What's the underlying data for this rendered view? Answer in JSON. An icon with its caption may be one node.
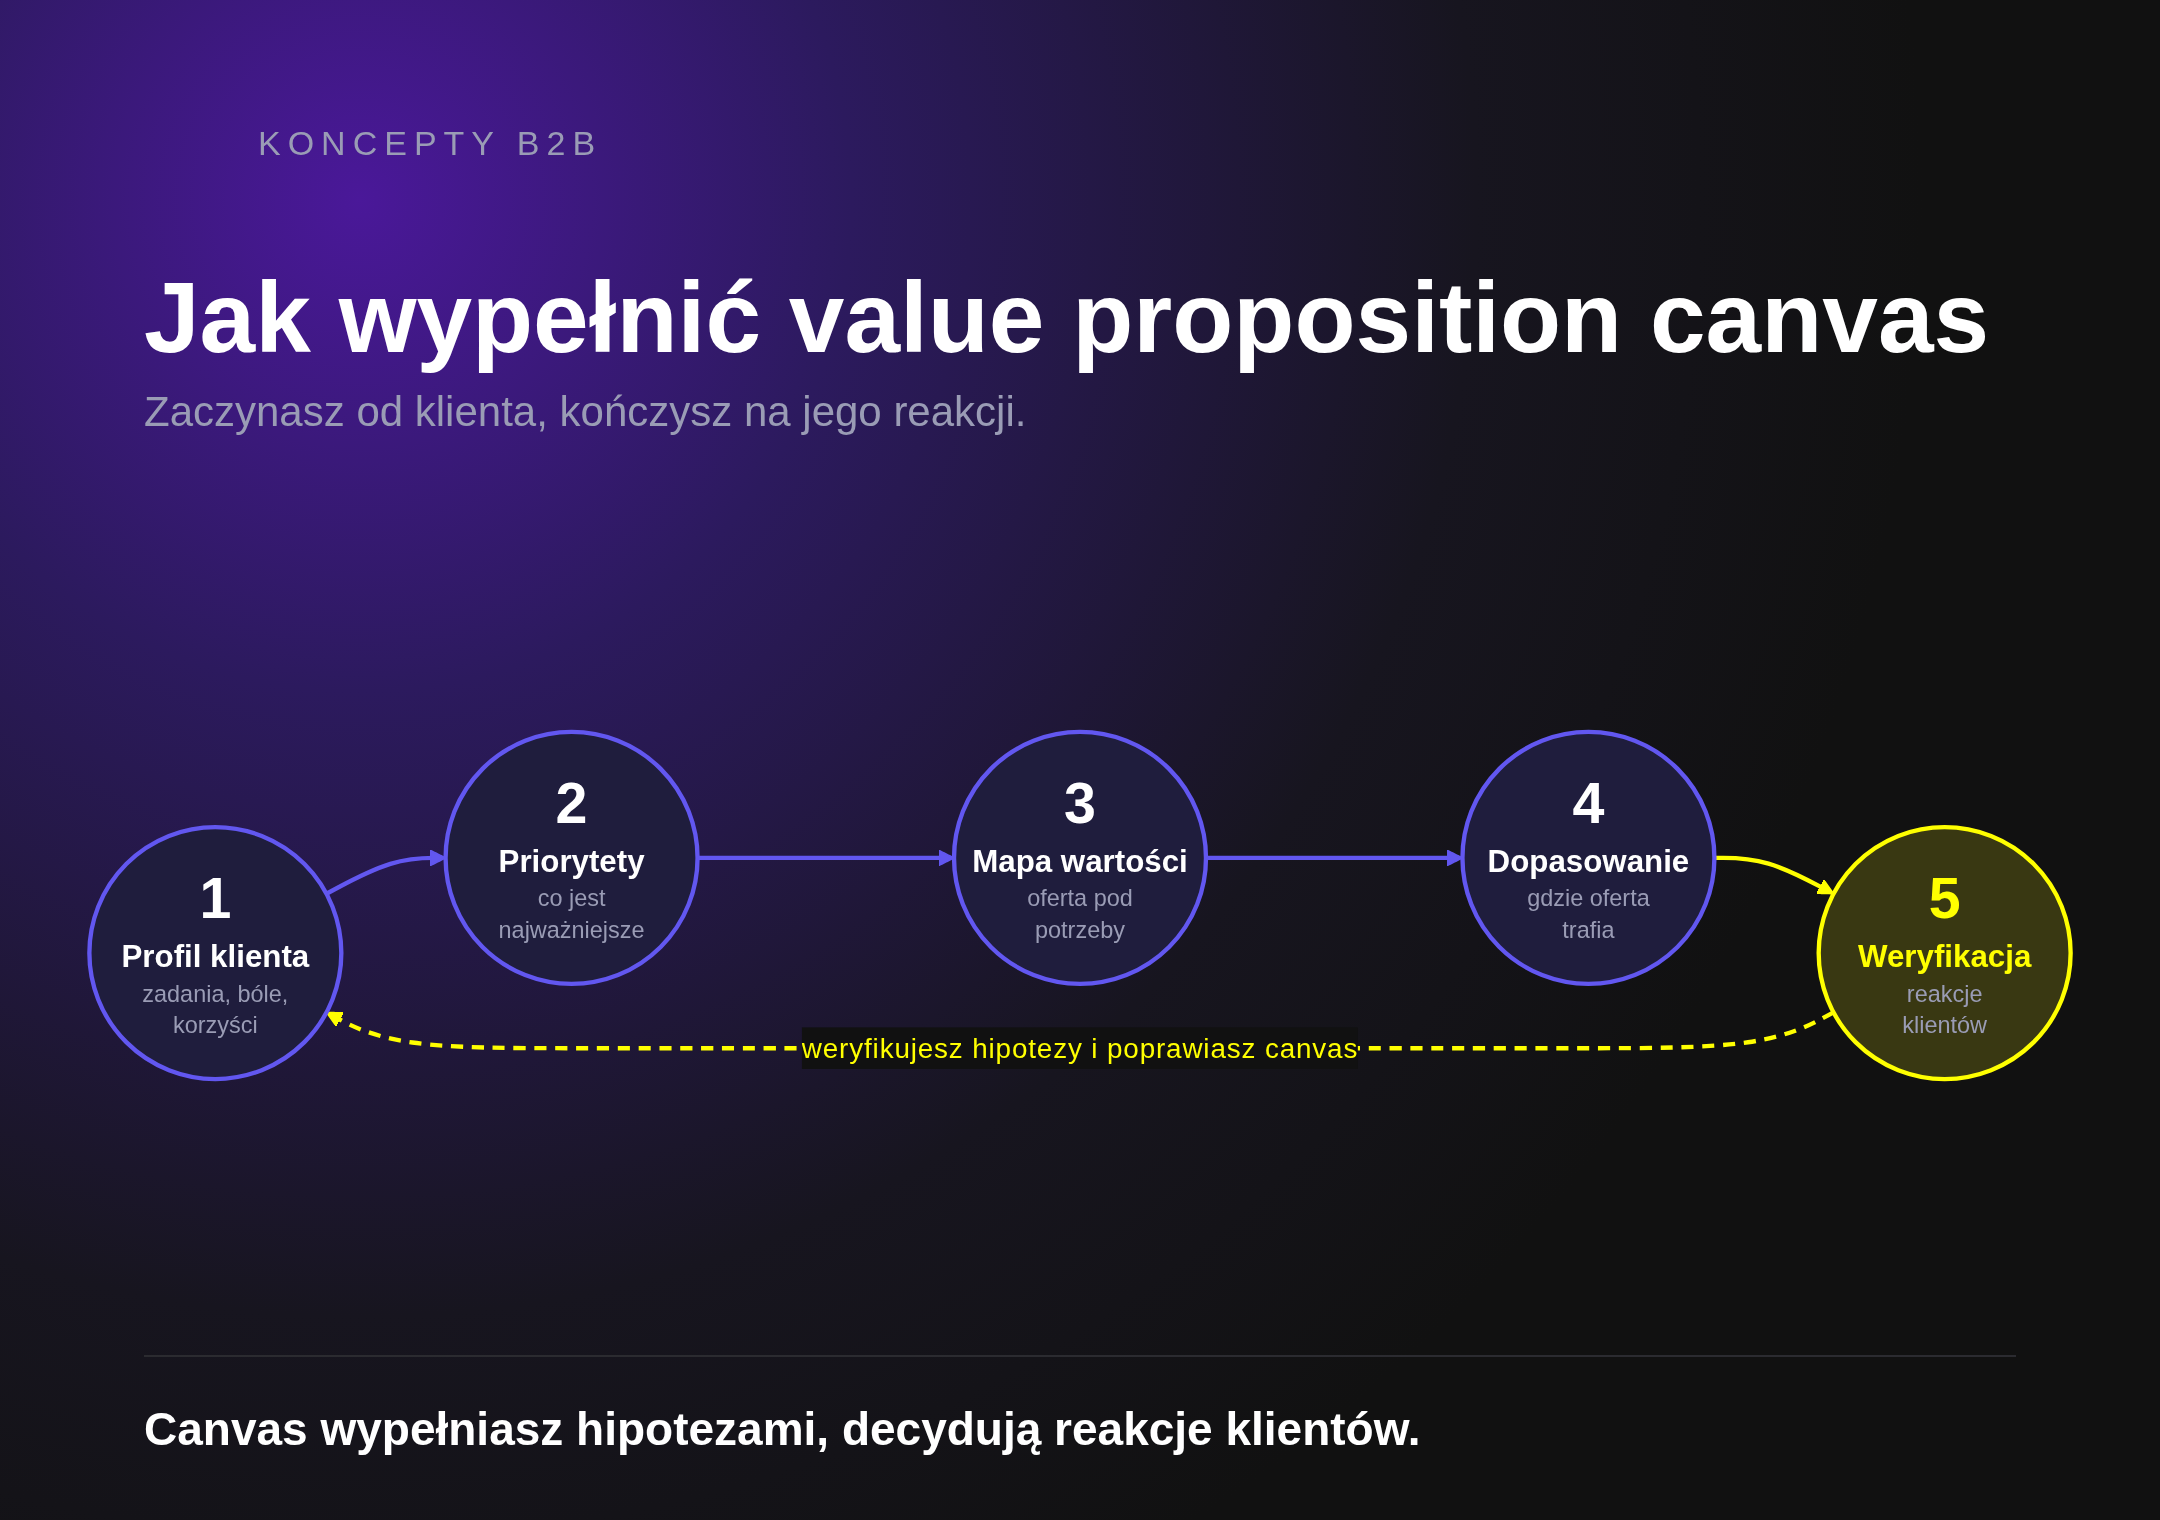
{
  "diagram": {
    "title": "Jak wypełnić value proposition canvas",
    "caption": "Canvas wypełniasz hipotezami, decydują reakcje klientów.",
    "nodes": [
      {
        "text": [
          "1",
          "Profil klienta",
          "zadania, bóle, korzyści"
        ]
      },
      {
        "text": [
          "2",
          "Priorytety",
          "co jest najważniejsze"
        ]
      },
      {
        "text": [
          "3",
          "Mapa wartości",
          "oferta pod potrzeby"
        ]
      },
      {
        "text": [
          "4",
          "Dopasowanie",
          "gdzie oferta trafia"
        ]
      },
      {
        "text": [
          "5",
          "Weryfikacja",
          "reakcje klientów"
        ]
      }
    ],
    "edges": [
      {
        "from": 0,
        "to": 1,
        "arrow": "to"
      },
      {
        "from": 1,
        "to": 2,
        "arrow": "to"
      },
      {
        "from": 2,
        "to": 3,
        "arrow": "to"
      },
      {
        "from": 3,
        "to": 4,
        "arrow": "to",
        "color": "#ffff00"
      },
      {
        "from": 4,
        "to": 0,
        "arrow": "to",
        "label": "weryfikujesz hipotezy i poprawiasz canvas",
        "style": "dashed",
        "color": "#ffff00"
      }
    ],
    "labels": [
      "KONCEPTY B2B",
      "Zaczynasz od klienta, kończysz na jego reakcji."
    ]
  }
}
